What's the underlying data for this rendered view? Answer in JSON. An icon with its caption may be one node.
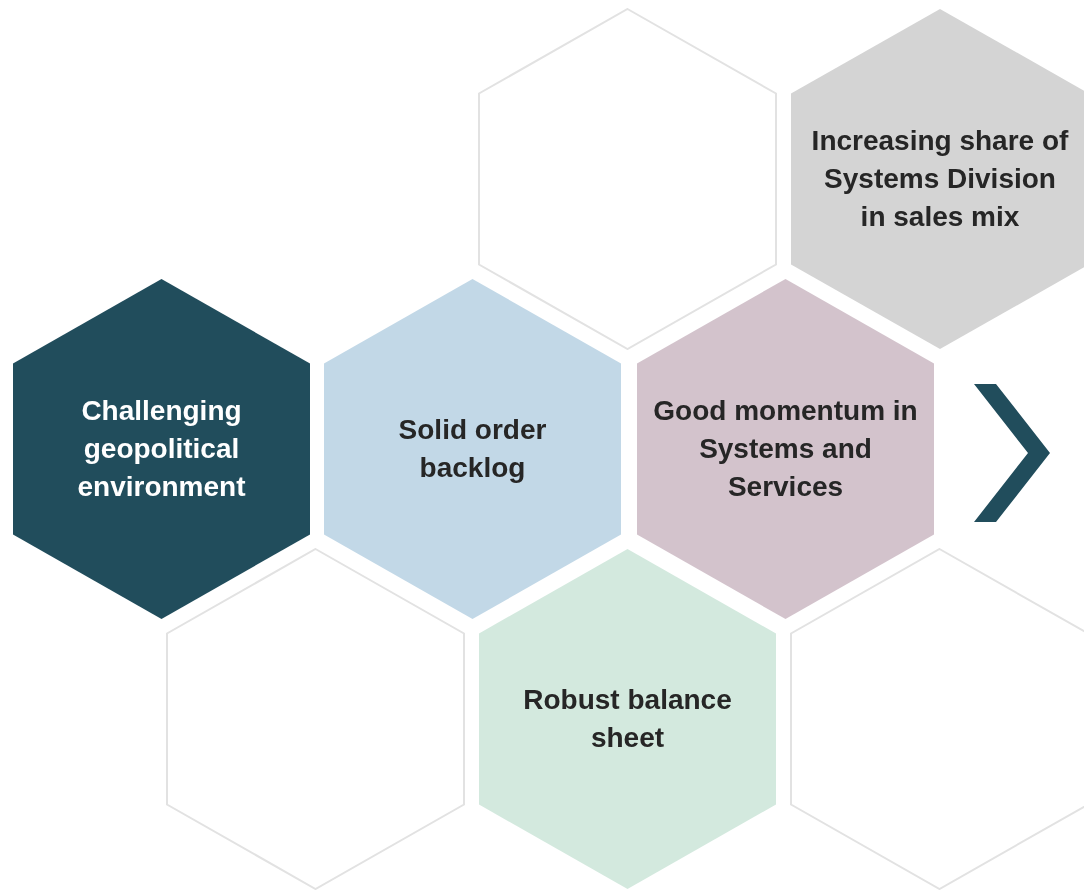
{
  "diagram": {
    "nodes": [
      {
        "text": [],
        "shape": "hexagon"
      },
      {
        "text": [
          "Increasing share of Systems Division in sales mix"
        ]
      },
      {
        "text": [
          "Challenging geopolitical environment"
        ]
      },
      {
        "text": [
          "Solid order backlog"
        ]
      },
      {
        "text": [
          "Good momentum in Systems and Services"
        ]
      },
      {
        "text": [],
        "shape": "hexagon"
      },
      {
        "text": [
          "Robust balance sheet"
        ]
      },
      {
        "text": [],
        "shape": "hexagon"
      }
    ]
  }
}
